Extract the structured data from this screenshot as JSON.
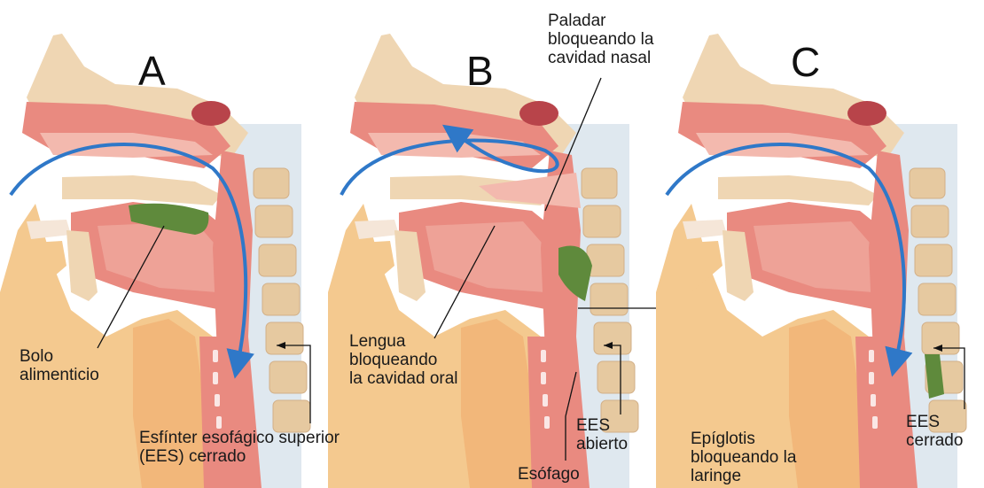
{
  "panels": [
    {
      "letter": "A"
    },
    {
      "letter": "B"
    },
    {
      "letter": "C"
    }
  ],
  "labels": {
    "bolo": "Bolo\nalimenticio",
    "esfinter": "Esfínter esofágico superior\n(EES) cerrado",
    "paladar": "Paladar\nbloqueando la\ncavidad nasal",
    "lengua": "Lengua\nbloqueando\nla cavidad oral",
    "ees_abierto": "EES\nabierto",
    "esofago": "Esófago",
    "epiglotis": "Epíglotis\nbloqueando la\nlaringe",
    "ees_cerrado": "EES\ncerrado"
  },
  "colors": {
    "tissue_pink": "#e98a80",
    "tissue_light": "#f3b9ae",
    "bone_tan": "#efd6b3",
    "vertebra": "#e6c9a0",
    "bolus_green": "#5f8a3c",
    "arrow_blue": "#2f78c8",
    "skin": "#f4c98f",
    "dark_red": "#b8444a"
  }
}
